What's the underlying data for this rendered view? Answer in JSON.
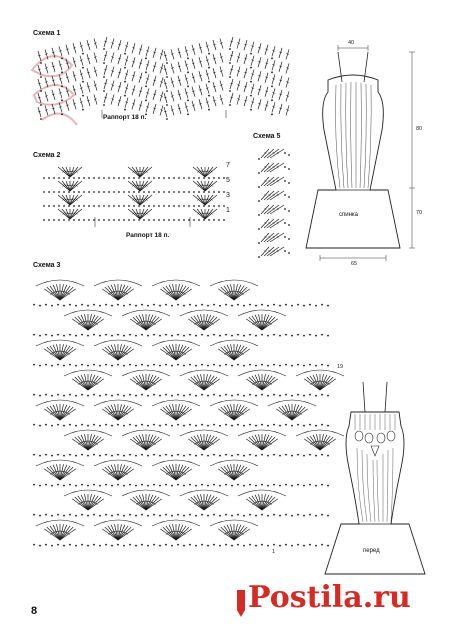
{
  "schemes": {
    "s1": {
      "label": "Схема 1",
      "repeat": "Раппорт 18 п."
    },
    "s2": {
      "label": "Схема 2",
      "repeat": "Раппорт 18 п.",
      "rows": [
        "7",
        "5",
        "3",
        "1"
      ]
    },
    "s3": {
      "label": "Схема 3",
      "row_top": "19",
      "row_bottom": "1"
    },
    "s5": {
      "label": "Схема 5"
    }
  },
  "back_view": {
    "caption": "спинка",
    "dims": {
      "top": "40",
      "right_upper": "80",
      "right_lower": "70",
      "bottom": "65"
    }
  },
  "front_view": {
    "caption": "перед"
  },
  "page_number": "8",
  "watermark": "Postila.ru",
  "colors": {
    "ink": "#1a1a1a",
    "watermark_red": "#d62a24",
    "logo_pink": "#e9b5b5"
  }
}
